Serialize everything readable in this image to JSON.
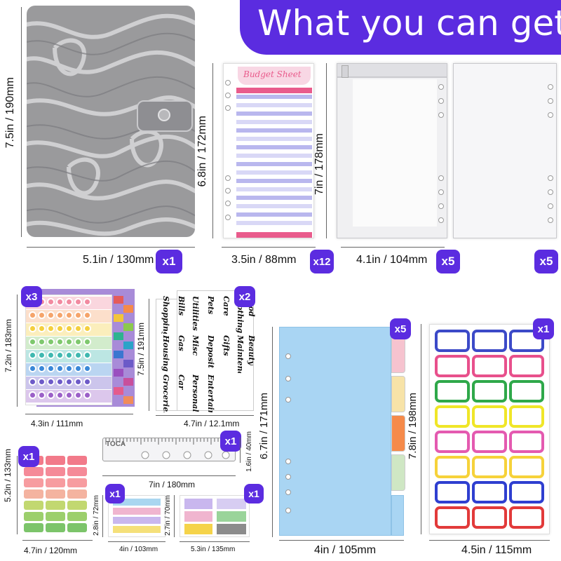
{
  "banner": {
    "title": "What you can get"
  },
  "binder": {
    "width_label": "5.1in / 130mm",
    "height_label": "7.5in / 190mm",
    "qty": "x1"
  },
  "budget_sheet": {
    "heading": "Budget Sheet",
    "width_label": "3.5in / 88mm",
    "height_label": "6.8in / 172mm",
    "qty": "x12"
  },
  "zipper_envelope": {
    "width_label": "4.1in / 104mm",
    "height_label": "7in / 178mm",
    "qty": "x5"
  },
  "clear_sleeve": {
    "qty": "x5"
  },
  "sticker_sheet": {
    "width_label": "4.3in / 111mm",
    "height_label": "7.2in / 183mm",
    "qty": "x3"
  },
  "category_stickers": {
    "width_label": "4.7in / 12.1mm",
    "height_label": "7.5in / 191mm",
    "qty": "x2",
    "words": [
      "Shopping",
      "Bills",
      "Utilities",
      "Pets",
      "Care",
      "Clothing",
      "Food",
      "Housing",
      "Gas",
      "Misc",
      "Deposit",
      "Gifts",
      "Maintenance",
      "Beauty",
      "Groceries",
      "Car",
      "Personal",
      "Entertainment"
    ]
  },
  "dividers": {
    "width_label": "4in / 105mm",
    "height_label": "6.7in / 171mm",
    "qty": "x5"
  },
  "label_sheet": {
    "width_label": "4.5in / 115mm",
    "height_label": "7.8in / 198mm",
    "qty": "x1"
  },
  "ruler": {
    "width_label": "7in / 180mm",
    "height_label": "1.6in / 40mm",
    "qty": "x1",
    "brand": "TOCA"
  },
  "tab_stickers": {
    "width_label": "4.7in / 120mm",
    "height_label": "5.2in / 133mm",
    "qty": "x1"
  },
  "sticky_tabs_small": {
    "width_label": "4in / 103mm",
    "height_label": "2.8in / 72mm",
    "qty": "x1"
  },
  "sticky_tabs_large": {
    "width_label": "5.3in / 135mm",
    "height_label": "2.7in / 70mm",
    "qty": "x1"
  },
  "colors": {
    "accent": "#5b2ce0",
    "binder_grey": "#9a9a9c",
    "budget_pink": "#e95b8c",
    "budget_lilac": "#b9b7ee",
    "divider_blue": "#a9d5f3"
  }
}
